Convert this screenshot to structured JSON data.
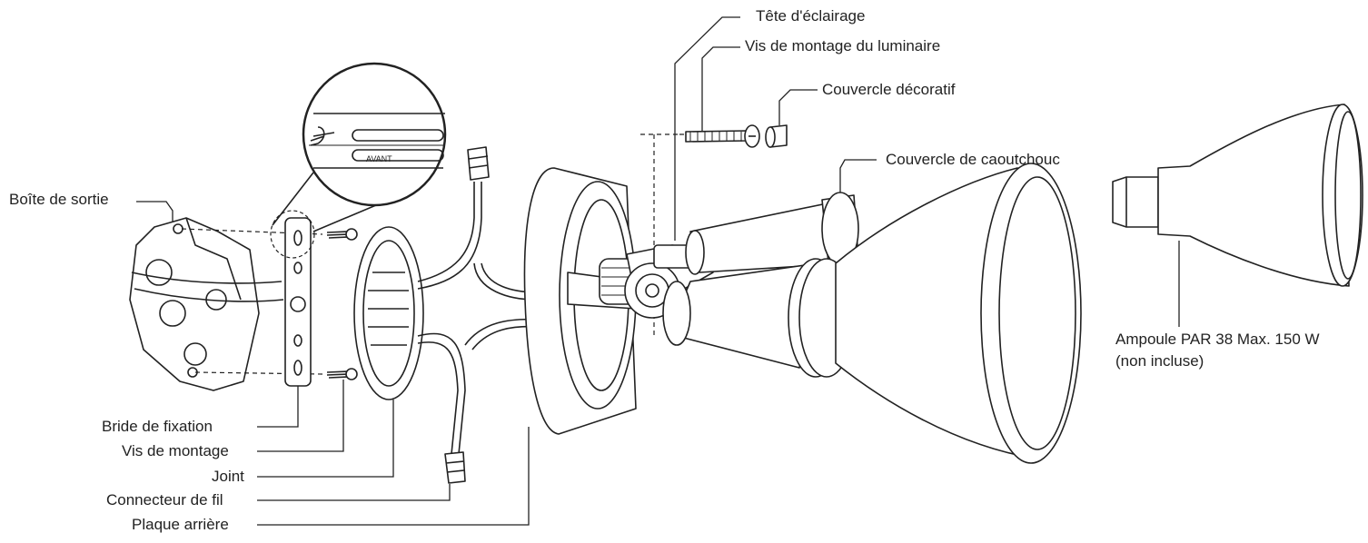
{
  "diagram": {
    "labels": {
      "tete_eclairage": "Tête d'éclairage",
      "vis_montage_luminaire": "Vis de montage du luminaire",
      "couvercle_decoratif": "Couvercle décoratif",
      "couvercle_caoutchouc": "Couvercle de caoutchouc",
      "boite_sortie": "Boîte de sortie",
      "ampoule_line1": "Ampoule PAR 38 Max. 150 W",
      "ampoule_line2": "(non incluse)",
      "bride_fixation": "Bride de fixation",
      "vis_montage": "Vis de montage",
      "joint": "Joint",
      "connecteur_fil": "Connecteur de fil",
      "plaque_arriere": "Plaque arrière"
    },
    "zoom_inset_text": "AVANT",
    "colors": {
      "line": "#222222",
      "fill": "#ffffff",
      "dark": "#333333"
    }
  }
}
